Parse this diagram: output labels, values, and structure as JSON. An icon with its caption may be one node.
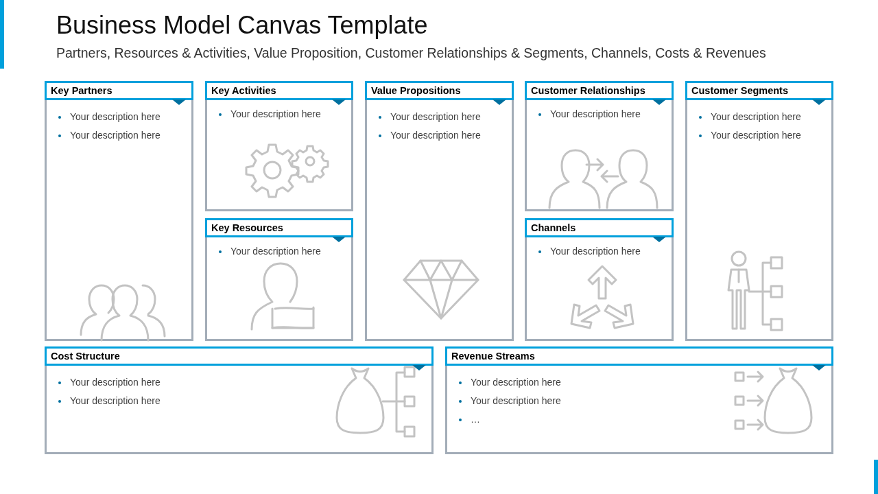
{
  "diagram": {
    "title": "Business Model Canvas Template",
    "caption": "Partners, Resources & Activities, Value Proposition, Customer Relationships & Segments, Channels, Costs & Revenues",
    "nodes": [
      {
        "text": [
          "Key Partners",
          "Your description here",
          "Your description here"
        ]
      },
      {
        "text": [
          "Key Activities",
          "Your description here"
        ]
      },
      {
        "text": [
          "Key Resources",
          "Your description here"
        ]
      },
      {
        "text": [
          "Value Propositions",
          "Your description here",
          "Your description here"
        ]
      },
      {
        "text": [
          "Customer Relationships",
          "Your description here"
        ]
      },
      {
        "text": [
          "Channels",
          "Your description here"
        ]
      },
      {
        "text": [
          "Customer Segments",
          "Your description here",
          "Your description here"
        ]
      },
      {
        "text": [
          "Cost Structure",
          "Your description here",
          "Your description here"
        ]
      },
      {
        "text": [
          "Revenue Streams",
          "Your description here",
          "Your description here",
          "…"
        ]
      }
    ],
    "edges": []
  }
}
